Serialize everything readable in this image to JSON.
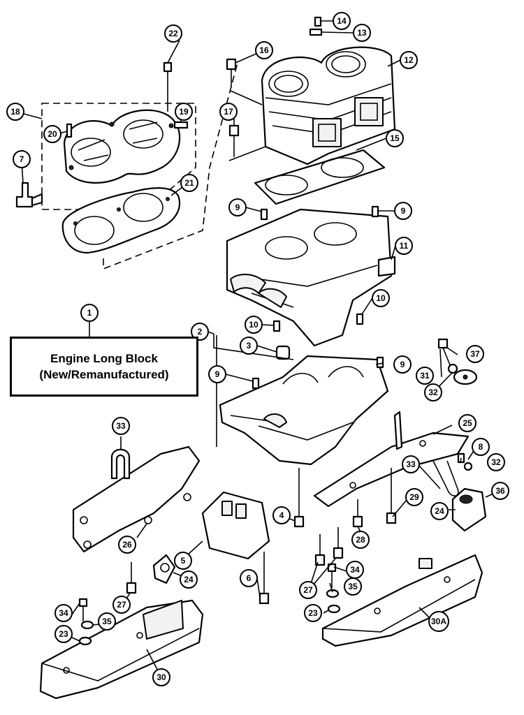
{
  "title_box": {
    "line1": "Engine Long Block",
    "line2": "(New/Remanufactured)"
  },
  "callouts": [
    {
      "id": "c1",
      "label": "1"
    },
    {
      "id": "c2",
      "label": "2"
    },
    {
      "id": "c3",
      "label": "3"
    },
    {
      "id": "c4",
      "label": "4"
    },
    {
      "id": "c5",
      "label": "5"
    },
    {
      "id": "c6",
      "label": "6"
    },
    {
      "id": "c7",
      "label": "7"
    },
    {
      "id": "c8",
      "label": "8"
    },
    {
      "id": "c9a",
      "label": "9"
    },
    {
      "id": "c9b",
      "label": "9"
    },
    {
      "id": "c9c",
      "label": "9"
    },
    {
      "id": "c9d",
      "label": "9"
    },
    {
      "id": "c10a",
      "label": "10"
    },
    {
      "id": "c10b",
      "label": "10"
    },
    {
      "id": "c11",
      "label": "11"
    },
    {
      "id": "c12",
      "label": "12"
    },
    {
      "id": "c13",
      "label": "13"
    },
    {
      "id": "c14",
      "label": "14"
    },
    {
      "id": "c15",
      "label": "15"
    },
    {
      "id": "c16",
      "label": "16"
    },
    {
      "id": "c17",
      "label": "17"
    },
    {
      "id": "c18",
      "label": "18"
    },
    {
      "id": "c19",
      "label": "19"
    },
    {
      "id": "c20",
      "label": "20"
    },
    {
      "id": "c21",
      "label": "21"
    },
    {
      "id": "c22",
      "label": "22"
    },
    {
      "id": "c23a",
      "label": "23"
    },
    {
      "id": "c23b",
      "label": "23"
    },
    {
      "id": "c24a",
      "label": "24"
    },
    {
      "id": "c24b",
      "label": "24"
    },
    {
      "id": "c25",
      "label": "25"
    },
    {
      "id": "c26",
      "label": "26"
    },
    {
      "id": "c27a",
      "label": "27"
    },
    {
      "id": "c27b",
      "label": "27"
    },
    {
      "id": "c28",
      "label": "28"
    },
    {
      "id": "c29",
      "label": "29"
    },
    {
      "id": "c30",
      "label": "30"
    },
    {
      "id": "c30a",
      "label": "30A"
    },
    {
      "id": "c31",
      "label": "31"
    },
    {
      "id": "c32a",
      "label": "32"
    },
    {
      "id": "c32b",
      "label": "32"
    },
    {
      "id": "c33a",
      "label": "33"
    },
    {
      "id": "c33b",
      "label": "33"
    },
    {
      "id": "c34a",
      "label": "34"
    },
    {
      "id": "c34b",
      "label": "34"
    },
    {
      "id": "c35a",
      "label": "35"
    },
    {
      "id": "c35b",
      "label": "35"
    },
    {
      "id": "c36",
      "label": "36"
    },
    {
      "id": "c37",
      "label": "37"
    }
  ]
}
